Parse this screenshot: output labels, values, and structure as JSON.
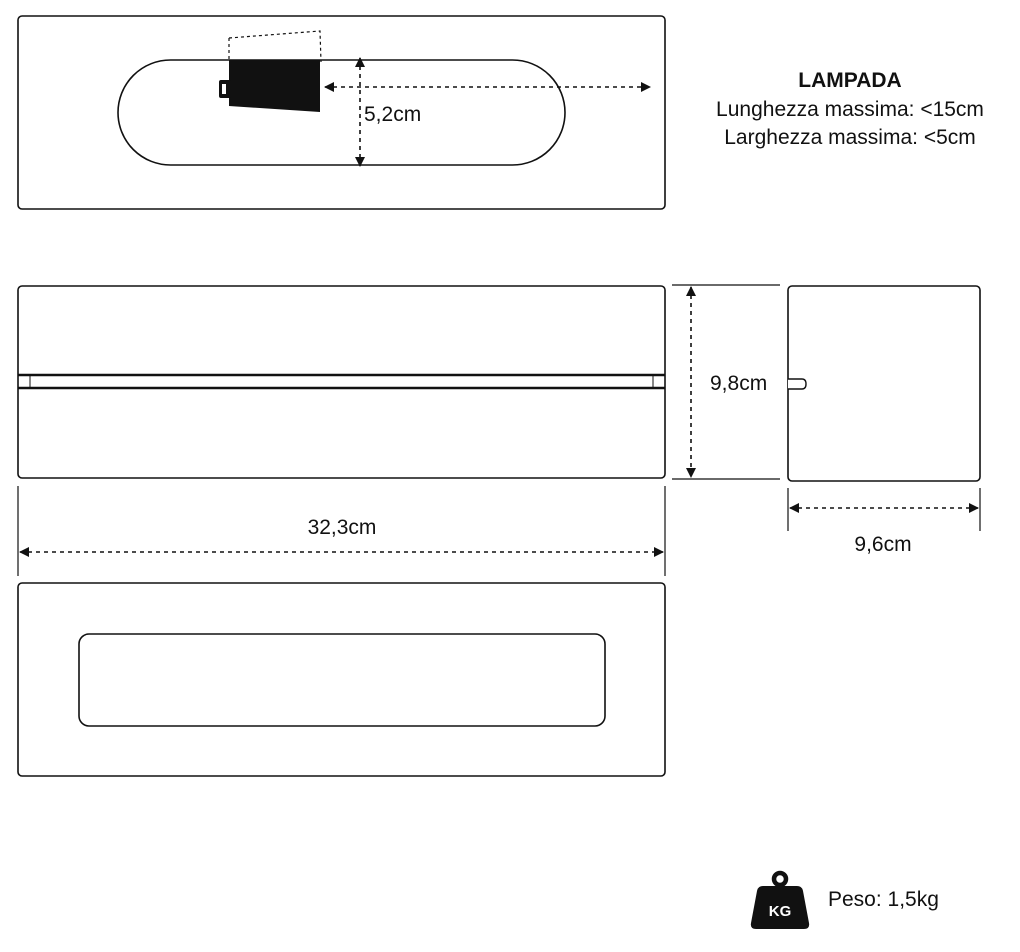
{
  "lamp": {
    "title": "LAMPADA",
    "max_length": "Lunghezza massima: <15cm",
    "max_width": "Larghezza massima: <5cm"
  },
  "dimensions": {
    "slot_width": "5,2cm",
    "length": "32,3cm",
    "height": "9,8cm",
    "depth": "9,6cm"
  },
  "weight": {
    "icon_label": "KG",
    "label": "Peso: 1,5kg"
  },
  "colors": {
    "stroke": "#111111",
    "fill_dark": "#111111",
    "background": "#ffffff"
  }
}
